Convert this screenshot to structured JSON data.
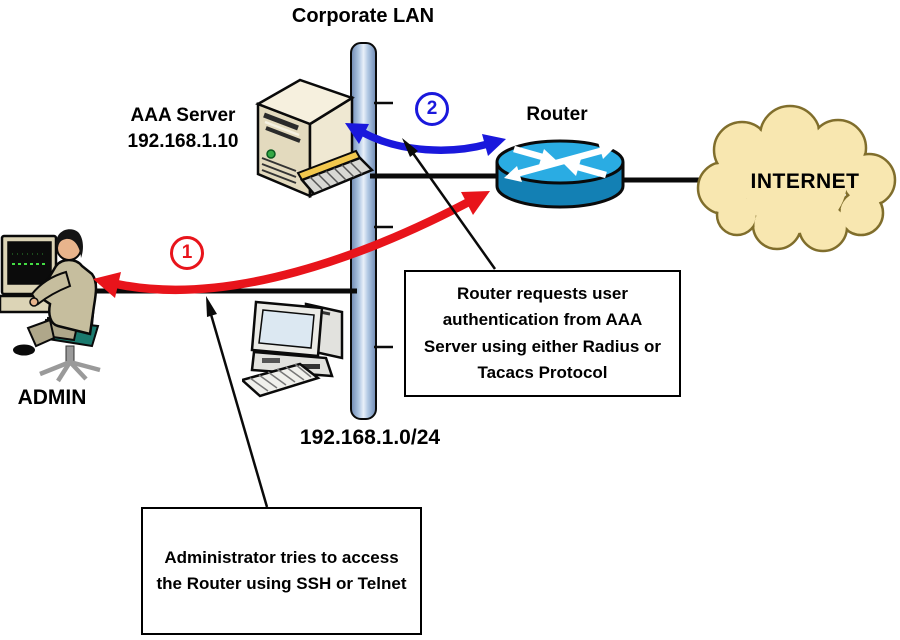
{
  "title": "Corporate LAN",
  "nodes": {
    "aaa_server": {
      "label": "AAA Server",
      "ip": "192.168.1.10"
    },
    "router": {
      "label": "Router"
    },
    "internet": {
      "label": "INTERNET"
    },
    "admin": {
      "label": "ADMIN"
    },
    "lan": {
      "subnet": "192.168.1.0/24"
    }
  },
  "steps": [
    {
      "number": "1",
      "description": "Administrator tries to access the Router using SSH or Telnet"
    },
    {
      "number": "2",
      "description": "Router requests user authentication from AAA Server using either Radius or Tacacs Protocol"
    }
  ],
  "icons": [
    "aaa-server-icon",
    "router-icon",
    "internet-cloud-icon",
    "admin-user-icon",
    "workstation-icon",
    "lan-backbone-bar"
  ],
  "colors": {
    "step1_red": "#E8141B",
    "step2_blue": "#1A18DC",
    "router_top": "#2AACE3",
    "router_body": "#1380B4",
    "cloud_fill": "#F8E7B0",
    "cloud_border": "#806E2C",
    "lan_bar_light": "#E9F0F9",
    "lan_bar_mid": "#AFC7E3",
    "lan_bar_dark": "#7690B8",
    "chair_teal": "#1A7A6E",
    "suit_tan": "#C6BE9E",
    "server_beige": "#EFE8D2",
    "screen_green": "#44DD44"
  }
}
